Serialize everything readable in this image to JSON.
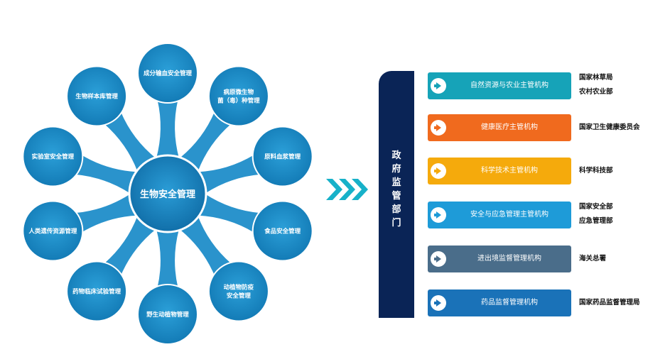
{
  "center_label": "生物安全管理",
  "nodes": [
    {
      "lines": [
        "成分输血安全管理"
      ]
    },
    {
      "lines": [
        "病原微生物",
        "菌（毒）种管理"
      ]
    },
    {
      "lines": [
        "原料血浆管理"
      ]
    },
    {
      "lines": [
        "食品安全管理"
      ]
    },
    {
      "lines": [
        "动植物防疫",
        "安全管理"
      ]
    },
    {
      "lines": [
        "野生动植物管理"
      ]
    },
    {
      "lines": [
        "药物临床试验管理"
      ]
    },
    {
      "lines": [
        "人类遗传资源管理"
      ]
    },
    {
      "lines": [
        "实验室安全管理"
      ]
    },
    {
      "lines": [
        "生物样本库管理"
      ]
    }
  ],
  "gov_title": "政\n府\n监\n管\n部\n门",
  "agencies": [
    {
      "label": "自然资源与农业主管机构",
      "color": "#16a3b8",
      "ministries": [
        "国家林草局",
        "农村农业部"
      ]
    },
    {
      "label": "健康医疗主管机构",
      "color": "#f06a1e",
      "ministries": [
        "国家卫生健康委员会"
      ]
    },
    {
      "label": "科学技术主管机构",
      "color": "#f5aa0c",
      "ministries": [
        "科学科技部"
      ]
    },
    {
      "label": "安全与应急管理主管机构",
      "color": "#1e9bd8",
      "ministries": [
        "国家安全部",
        "应急管理部"
      ]
    },
    {
      "label": "进出境监督管理机构",
      "color": "#4a6d8a",
      "ministries": [
        "海关总署"
      ]
    },
    {
      "label": "药品监督管理机构",
      "color": "#1a72b8",
      "ministries": [
        "国家药品监督管理局"
      ]
    }
  ],
  "colors": {
    "hub": "#1c86bf",
    "node": "#1b8cc6",
    "navy": "#0a2456",
    "chevron": "#17b1c9"
  }
}
